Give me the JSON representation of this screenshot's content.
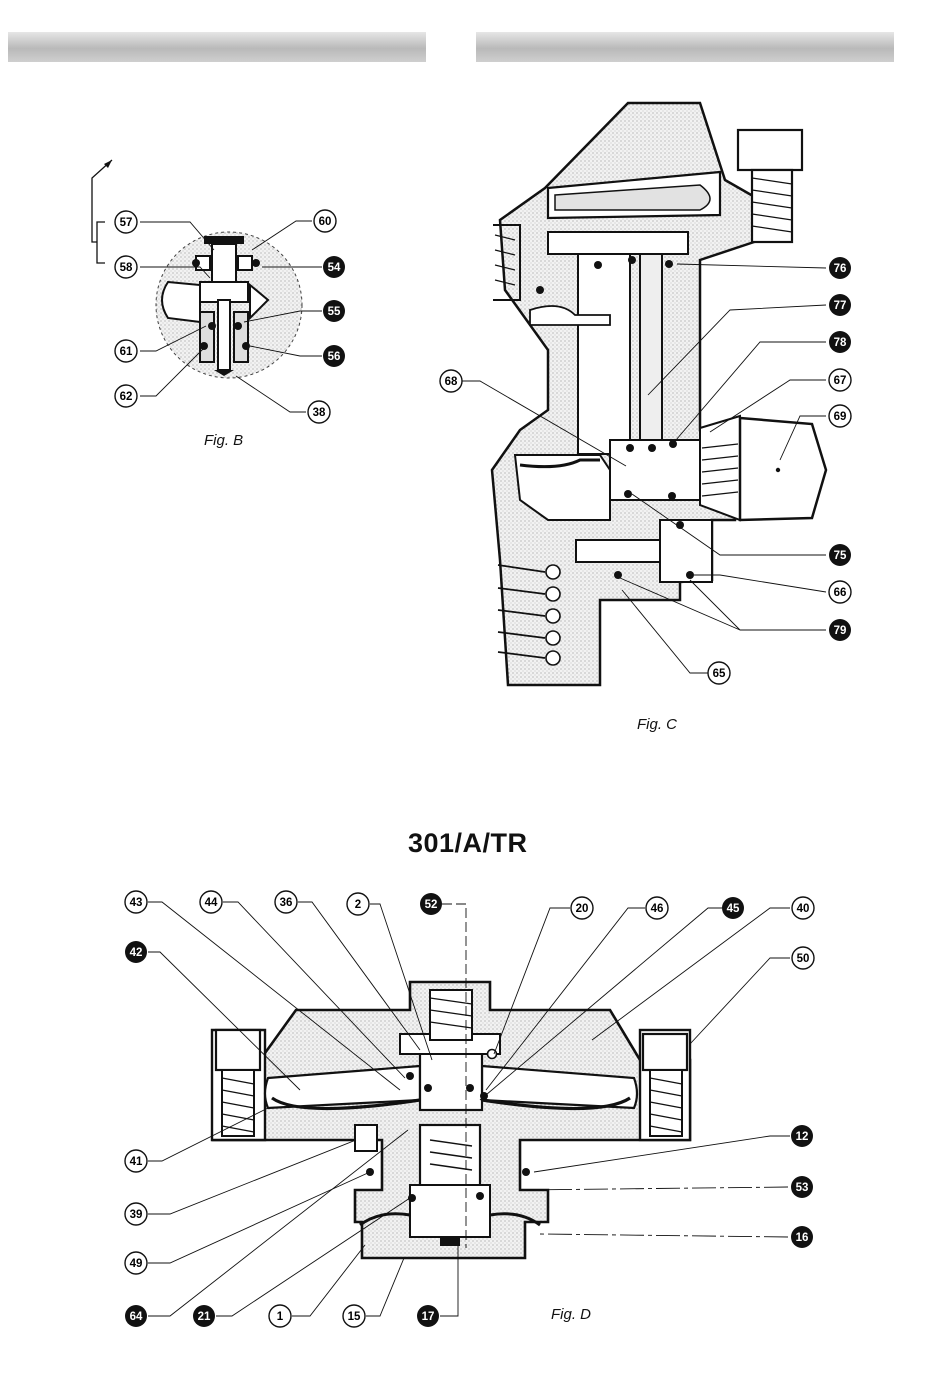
{
  "figB": {
    "caption": "Fig. B",
    "labels": {
      "p57": "57",
      "p58": "58",
      "p60": "60",
      "p54": "54",
      "p55": "55",
      "p56": "56",
      "p61": "61",
      "p62": "62",
      "p38": "38"
    }
  },
  "figC": {
    "caption": "Fig. C",
    "labels": {
      "p76": "76",
      "p77": "77",
      "p78": "78",
      "p67": "67",
      "p68": "68",
      "p69": "69",
      "p75": "75",
      "p66": "66",
      "p79": "79",
      "p65": "65"
    }
  },
  "figD": {
    "title": "301/A/TR",
    "caption": "Fig. D",
    "labels": {
      "p43": "43",
      "p44": "44",
      "p36": "36",
      "p2": "2",
      "p52": "52",
      "p20": "20",
      "p46": "46",
      "p45": "45",
      "p40": "40",
      "p42": "42",
      "p50": "50",
      "p41": "41",
      "p12": "12",
      "p39": "39",
      "p53": "53",
      "p16": "16",
      "p49": "49",
      "p64": "64",
      "p21": "21",
      "p1": "1",
      "p15": "15",
      "p17": "17"
    }
  },
  "colors": {
    "ink": "#111111",
    "body_fill": "#e9e9e9",
    "band": "#c4c4c4"
  }
}
